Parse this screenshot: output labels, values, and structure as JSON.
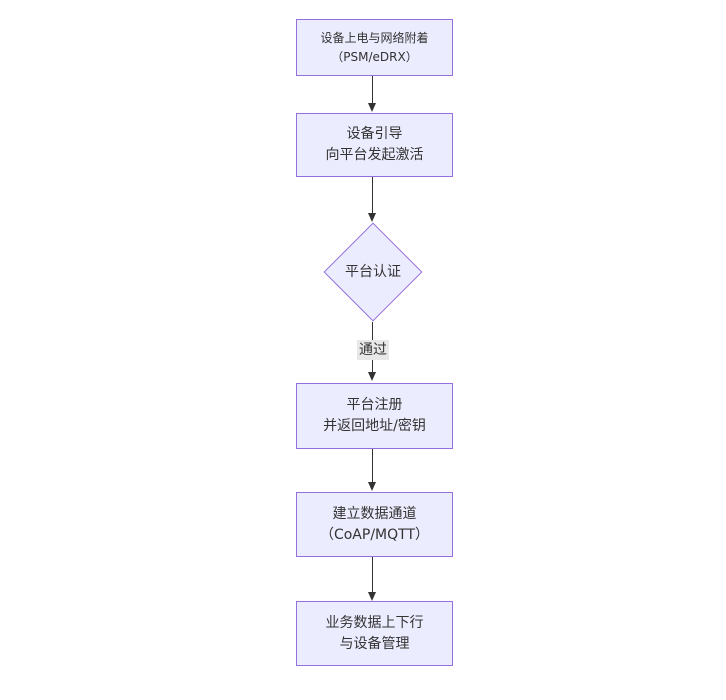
{
  "flowchart": {
    "type": "vertical-flowchart",
    "colors": {
      "node_fill": "#ECECFF",
      "node_border": "#9370DB",
      "edge": "#333333",
      "edge_label_bg": "#e8e8e8",
      "text": "#333333",
      "canvas_bg": "#ffffff"
    },
    "nodes": [
      {
        "id": "power-attach",
        "type": "rect",
        "lines": [
          "设备上电与网络附着",
          "（PSM/eDRX）"
        ]
      },
      {
        "id": "bootstrap",
        "type": "rect",
        "lines": [
          "设备引导",
          "向平台发起激活"
        ]
      },
      {
        "id": "platform-auth",
        "type": "diamond",
        "lines": [
          "平台认证"
        ]
      },
      {
        "id": "platform-register",
        "type": "rect",
        "lines": [
          "平台注册",
          "并返回地址/密钥"
        ]
      },
      {
        "id": "data-channel",
        "type": "rect",
        "lines": [
          "建立数据通道",
          "（CoAP/MQTT）"
        ]
      },
      {
        "id": "business-data",
        "type": "rect",
        "lines": [
          "业务数据上下行",
          "与设备管理"
        ]
      }
    ],
    "edges": [
      {
        "from": "power-attach",
        "to": "bootstrap",
        "label": ""
      },
      {
        "from": "bootstrap",
        "to": "platform-auth",
        "label": ""
      },
      {
        "from": "platform-auth",
        "to": "platform-register",
        "label": "通过"
      },
      {
        "from": "platform-register",
        "to": "data-channel",
        "label": ""
      },
      {
        "from": "data-channel",
        "to": "business-data",
        "label": ""
      }
    ]
  }
}
